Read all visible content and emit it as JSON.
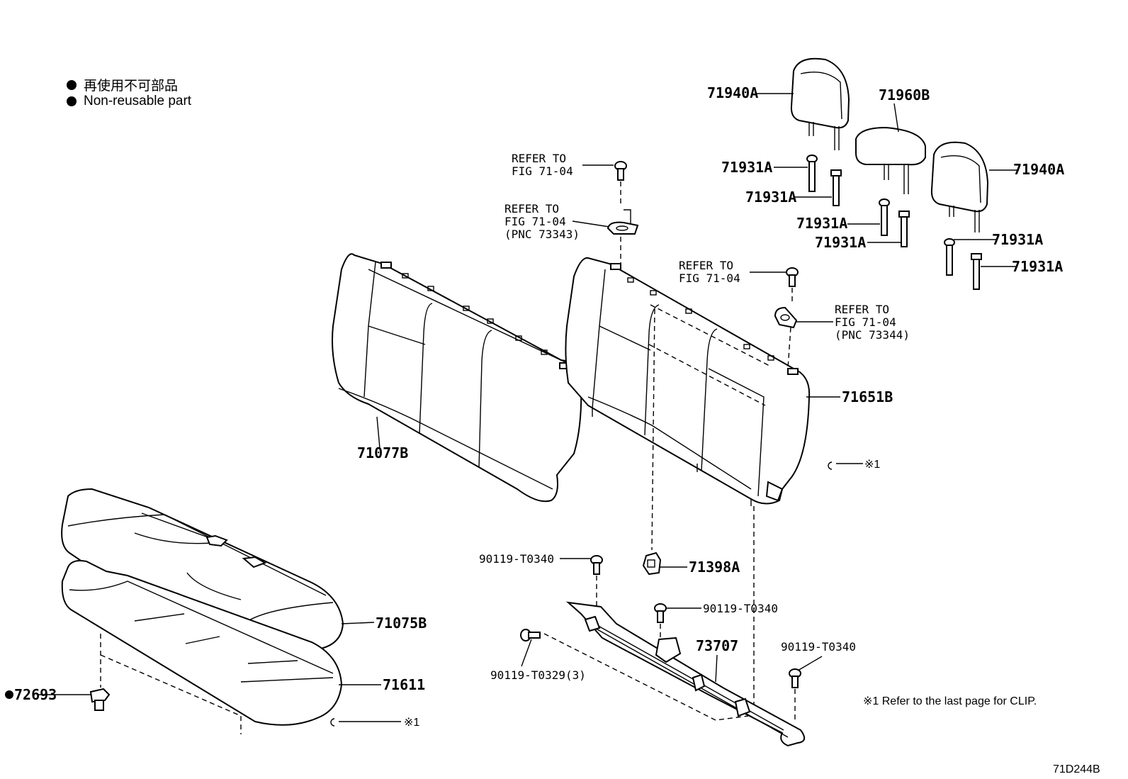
{
  "legend": {
    "jp": "再使用不可部品",
    "en": "Non-reusable part"
  },
  "figure_code": "71D244B",
  "clip_note": "※1  Refer to the last page for CLIP.",
  "clip_mark": "※1",
  "parts": {
    "headrest_left": "71940A",
    "headrest_center": "71960B",
    "headrest_right": "71940A",
    "guide_1": "71931A",
    "guide_2": "71931A",
    "guide_3": "71931A",
    "guide_4": "71931A",
    "guide_5": "71931A",
    "guide_6": "71931A",
    "back_cover": "71077B",
    "back_frame": "71651B",
    "cushion_cover": "71075B",
    "cushion_pad": "71611",
    "clip_72693": "72693",
    "hinge_71398": "71398A",
    "frame_73707": "73707",
    "bolt_a": "90119-T0340",
    "bolt_b": "90119-T0340",
    "bolt_c": "90119-T0340",
    "bolt_d": "90119-T0329(3)"
  },
  "refs": {
    "r1": [
      "REFER TO",
      "FIG 71-04"
    ],
    "r2": [
      "REFER TO",
      "FIG 71-04",
      "(PNC 73343)"
    ],
    "r3": [
      "REFER TO",
      "FIG 71-04"
    ],
    "r4": [
      "REFER TO",
      "FIG 71-04",
      "(PNC 73344)"
    ]
  }
}
